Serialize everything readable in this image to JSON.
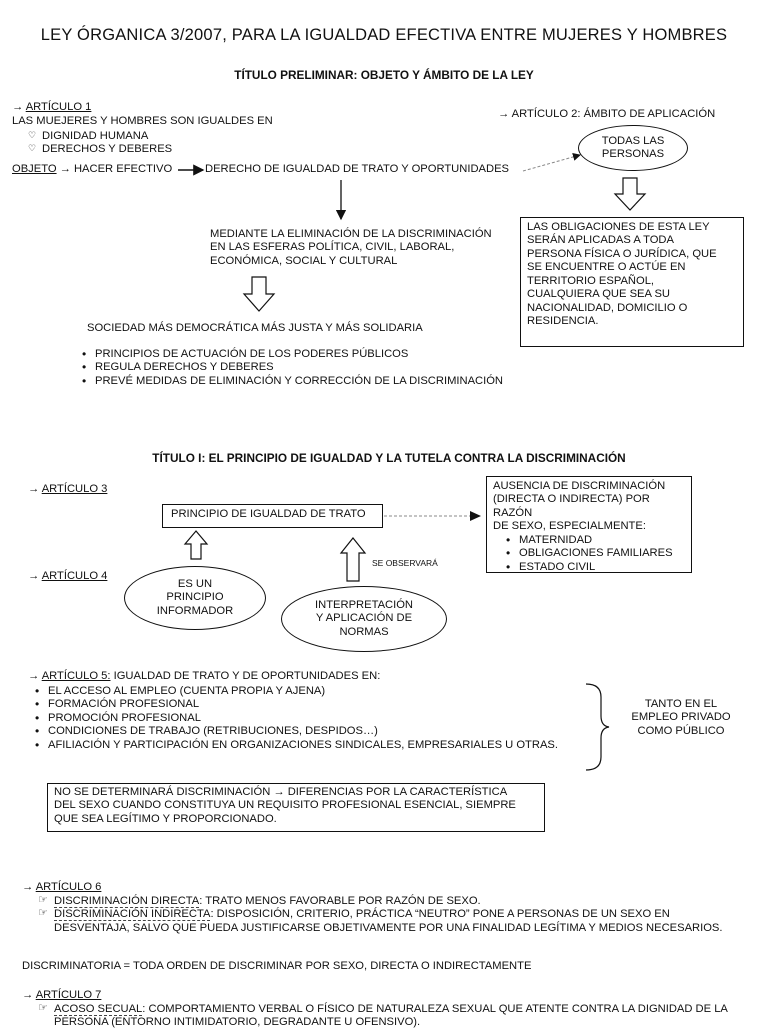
{
  "doc_title": "LEY ÓRGANICA 3/2007, PARA LA IGUALDAD EFECTIVA ENTRE MUJERES Y HOMBRES",
  "preliminar": {
    "title": "TÍTULO PRELIMINAR: OBJETO Y ÁMBITO DE LA LEY",
    "art1_arrow": "→",
    "art1_label": "ARTÍCULO 1",
    "art1_text": "LAS MUEJERES Y HOMBRES SON IGUALDES EN",
    "art1_items": [
      "DIGNIDAD HUMANA",
      "DERECHOS Y DEBERES"
    ],
    "objeto_label": "OBJETO",
    "objeto_text": " → HACER EFECTIVO",
    "objeto_target": "DERECHO DE IGUALDAD DE TRATO Y OPORTUNIDADES",
    "mediante_lines": [
      "MEDIANTE LA ELIMINACIÓN DE LA DISCRIMINACIÓN",
      "EN LAS ESFERAS POLÍTICA, CIVIL, LABORAL,",
      "ECONÓMICA, SOCIAL Y CULTURAL"
    ],
    "sociedad": "SOCIEDAD MÁS DEMOCRÁTICA MÁS JUSTA Y MÁS SOLIDARIA",
    "bullets": [
      "PRINCIPIOS DE ACTUACIÓN DE LOS PODERES PÚBLICOS",
      "REGULA DERECHOS Y DEBERES",
      "PREVÉ MEDIDAS DE ELIMINACIÓN Y CORRECCIÓN DE LA DISCRIMINACIÓN"
    ],
    "art2_label": "→ ARTÍCULO 2: ÁMBITO DE APLICACIÓN",
    "todas_lines": [
      "TODAS LAS",
      "PERSONAS"
    ],
    "obligaciones_lines": [
      "LAS OBLIGACIONES DE ESTA LEY",
      "SERÁN APLICADAS A TODA",
      "PERSONA FÍSICA O JURÍDICA, QUE",
      "SE ENCUENTRE O ACTÚE EN",
      "TERRITORIO ESPAÑOL,",
      "CUALQUIERA QUE SEA SU",
      "NACIONALIDAD, DOMICILIO O",
      "RESIDENCIA."
    ]
  },
  "titulo1": {
    "title": "TÍTULO I: EL PRINCIPIO DE IGUALDAD Y LA TUTELA CONTRA LA DISCRIMINACIÓN",
    "art3_arrow": "→",
    "art3_label": "ARTÍCULO 3",
    "art4_arrow": "→",
    "art4_label": "ARTÍCULO 4",
    "principio_box": "PRINCIPIO DE IGUALDAD DE TRATO",
    "ausencia_lines": [
      "AUSENCIA DE DISCRIMINACIÓN",
      "(DIRECTA O INDIRECTA) POR RAZÓN",
      "DE SEXO, ESPECIALMENTE:"
    ],
    "ausencia_items": [
      "MATERNIDAD",
      "OBLIGACIONES FAMILIARES",
      "ESTADO CIVIL"
    ],
    "es_un_lines": [
      "ES UN",
      "PRINCIPIO",
      "INFORMADOR"
    ],
    "se_observara": "SE OBSERVARÁ",
    "interpretacion_lines": [
      "INTERPRETACIÓN",
      "Y APLICACIÓN DE",
      "NORMAS"
    ],
    "art5_arrow": "→",
    "art5_label": "ARTÍCULO 5:",
    "art5_text": " IGUALDAD DE TRATO Y DE OPORTUNIDADES EN:",
    "art5_items": [
      "EL ACCESO AL EMPLEO (CUENTA PROPIA Y AJENA)",
      "FORMACIÓN PROFESIONAL",
      "PROMOCIÓN PROFESIONAL",
      "CONDICIONES DE TRABAJO (RETRIBUCIONES, DESPIDOS…)",
      "AFILIACIÓN Y PARTICIPACIÓN EN ORGANIZACIONES SINDICALES, EMPRESARIALES U OTRAS."
    ],
    "tanto_lines": [
      "TANTO EN EL",
      "EMPLEO PRIVADO",
      "COMO PÚBLICO"
    ],
    "no_determinara_lines": [
      "NO SE DETERMINARÁ DISCRIMINACIÓN → DIFERENCIAS POR LA CARACTERÍSTICA",
      "DEL SEXO CUANDO CONSTITUYA UN REQUISITO PROFESIONAL ESENCIAL, SIEMPRE",
      "QUE SEA LEGÍTIMO Y PROPORCIONADO."
    ],
    "art6_arrow": "→",
    "art6_label": "ARTÍCULO 6",
    "art6_items": [
      {
        "term": "DISCRIMINACIÓN DIRECTA",
        "def": ": TRATO MENOS FAVORABLE POR RAZÓN DE SEXO."
      },
      {
        "term": "DISCRIMINACIÓN INDIRECTA",
        "def": ": DISPOSICIÓN, CRITERIO, PRÁCTICA “NEUTRO” PONE A PERSONAS DE UN SEXO EN DESVENTAJA, SALVO QUE PUEDA JUSTIFICARSE OBJETIVAMENTE POR UNA FINALIDAD LEGÍTIMA Y MEDIOS NECESARIOS."
      }
    ],
    "discriminatoria": "DISCRIMINATORIA = TODA ORDEN DE DISCRIMINAR POR SEXO, DIRECTA O INDIRECTAMENTE",
    "art7_arrow": "→",
    "art7_label": "ARTÍCULO 7",
    "art7_items": [
      {
        "term": "ACOSO SECUAL",
        "def": ": COMPORTAMIENTO VERBAL O FÍSICO DE NATURALEZA SEXUAL QUE ATENTE CONTRA LA DIGNIDAD DE LA PERSONA (ENTORNO INTIMIDATORIO, DEGRADANTE U OFENSIVO)."
      }
    ]
  }
}
